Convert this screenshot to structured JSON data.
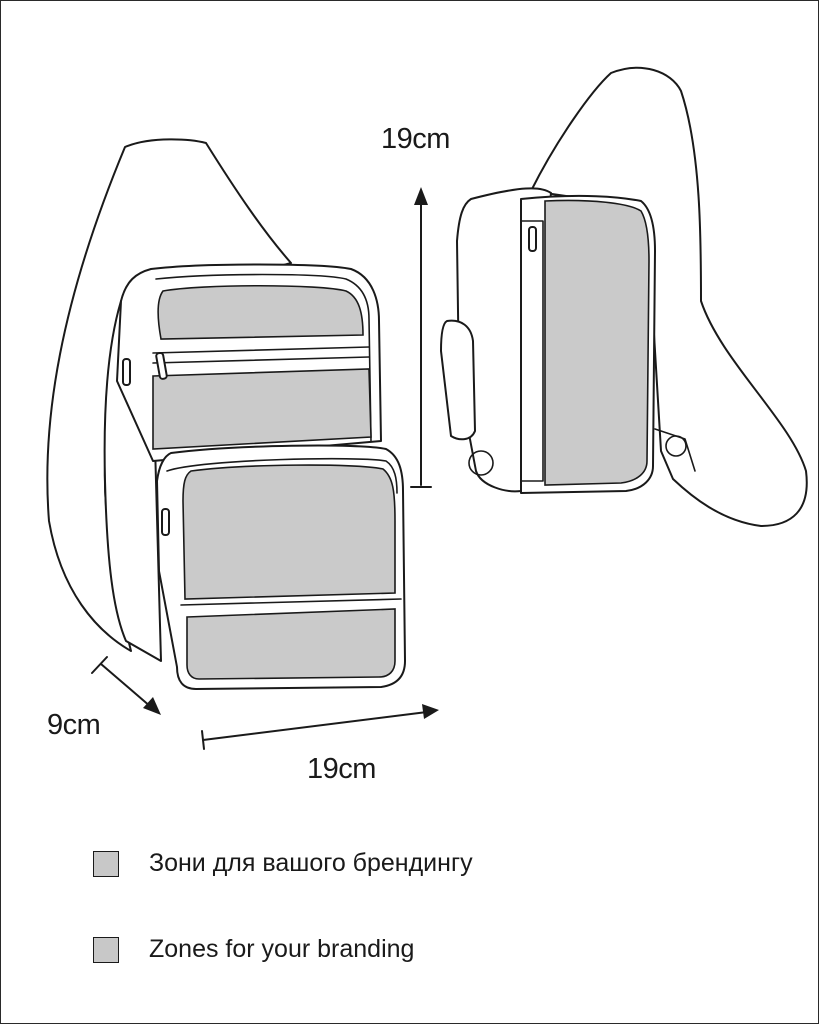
{
  "dimensions": {
    "height": "19cm",
    "depth": "9cm",
    "width": "19cm"
  },
  "legend": [
    {
      "text": "Зони для вашого брендингу",
      "color": "#c8c8c8"
    },
    {
      "text": "Zones for your branding",
      "color": "#c8c8c8"
    }
  ]
}
